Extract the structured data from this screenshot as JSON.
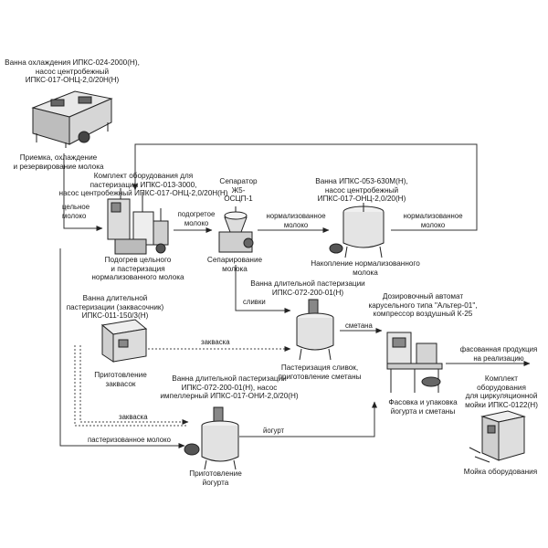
{
  "cooling_bath": {
    "title": "Ванна охлаждения ИПКС-024-2000(Н),\nнасос центробежный\nИПКС-017-ОНЦ-2,0/20Н(Н)",
    "caption": "Приемка, охлаждение\nи резервирование молока"
  },
  "pasteurizer": {
    "title": "Комплект оборудования для\nпастеризации ИПКС-013-3000,\nнасос центробежный ИПКС-017-ОНЦ-2,0/20Н(Н)",
    "caption": "Подогрев цельного\nи пастеризация\nнормализованного молока"
  },
  "separator": {
    "title": "Сепаратор\nЖ5-\nОСЦП-1",
    "caption": "Сепарирование\nмолока"
  },
  "norm_bath": {
    "title": "Ванна ИПКС-053-630М(Н),\nнасос центробежный\nИПКС-017-ОНЦ-2,0/20(Н)",
    "caption": "Накопление нормализованного\nмолока"
  },
  "cream_bath": {
    "title": "Ванна длительной пастеризации\nИПКС-072-200-01(Н)",
    "caption": "Пастеризация сливок,\nприготовление сметаны"
  },
  "starter_bath": {
    "title": "Ванна длительной\nпастеризации (заквасочник)\nИПКС-011-150/3(Н)",
    "caption": "Приготовление\nзаквасок"
  },
  "yogurt_bath": {
    "title": "Ванна длительной пастеризации\nИПКС-072-200-01(Н), насос\nимпеллерный ИПКС-017-ОНИ-2,0/20(Н)",
    "caption": "Приготовление\nйогурта"
  },
  "packer": {
    "title": "Дозировочный автомат\nкарусельного типа \"Альтер-01\",\nкомпрессор воздушный К-25",
    "caption": "Фасовка и упаковка\nйогурта и сметаны"
  },
  "washer": {
    "title": "Комплект\nоборудования\nдля циркуляционной\nмойки ИПКС-0122(Н)",
    "caption": "Мойка оборудования"
  },
  "flows": {
    "whole_milk": "цельное\nмолоко",
    "heated_milk": "подогретое\nмолоко",
    "normalized_milk_1": "нормализованное\nмолоко",
    "normalized_milk_2": "нормализованное\nмолоко",
    "cream": "сливки",
    "sour_cream": "сметана",
    "starter_1": "закваска",
    "starter_2": "закваска",
    "yogurt": "йогурт",
    "pasteurized_milk": "пастеризованное молоко",
    "packaged_output": "фасованная продукция\nна реализацию"
  }
}
